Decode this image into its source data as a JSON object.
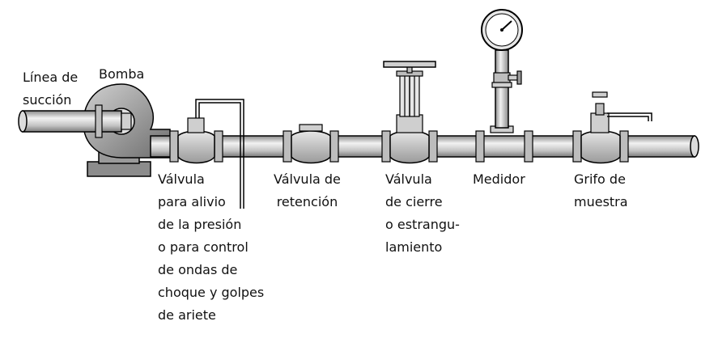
{
  "labels": {
    "suction": [
      "Línea de",
      "succión"
    ],
    "pump": [
      "Bomba"
    ],
    "relief": [
      "Válvula",
      "para alivio",
      "de la presión",
      "o para control",
      "de ondas de",
      "choque y golpes",
      "de ariete"
    ],
    "check": [
      "Válvula de",
      "retención"
    ],
    "gate": [
      "Válvula",
      "de cierre",
      "o estrangu-",
      "lamiento"
    ],
    "meter": [
      "Medidor"
    ],
    "sample": [
      "Grifo de",
      "muestra"
    ]
  },
  "colors": {
    "pipe_fill": "#d9d9d9",
    "stroke": "#000000",
    "pump_fill": "#a6a6a6",
    "base_fill": "#8c8c8c"
  }
}
